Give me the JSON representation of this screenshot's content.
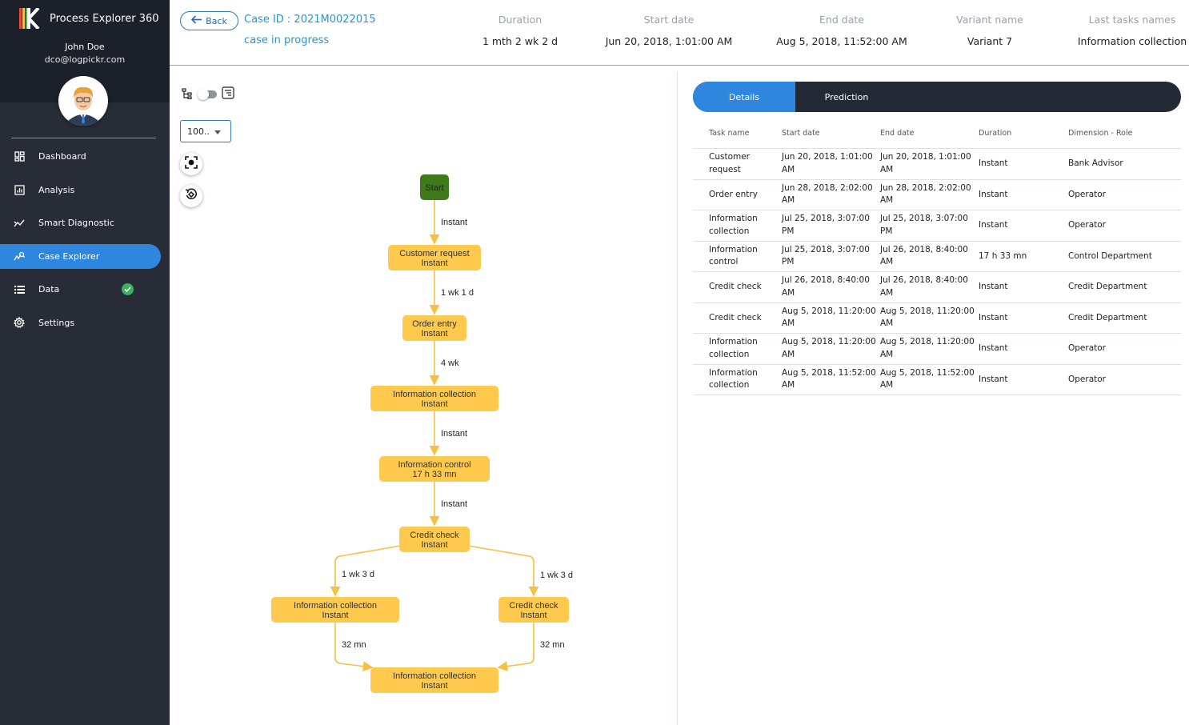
{
  "app": {
    "name": "Process Explorer 360"
  },
  "user": {
    "name": "John Doe",
    "email": "dco@logpickr.com"
  },
  "nav": [
    {
      "label": "Dashboard",
      "icon": "dashboard-icon",
      "active": false
    },
    {
      "label": "Analysis",
      "icon": "bar-chart-icon",
      "active": false
    },
    {
      "label": "Smart Diagnostic",
      "icon": "trend-line-icon",
      "active": false
    },
    {
      "label": "Case Explorer",
      "icon": "case-explorer-icon",
      "active": true
    },
    {
      "label": "Data",
      "icon": "list-icon",
      "active": false,
      "status": "check-circle-icon"
    },
    {
      "label": "Settings",
      "icon": "gear-icon",
      "active": false
    }
  ],
  "header": {
    "back_label": "Back",
    "case_id": "Case ID : 2021M0022015",
    "case_status": "case in progress",
    "columns": [
      {
        "label": "Duration",
        "value": "1 mth 2 wk 2 d"
      },
      {
        "label": "Start date",
        "value": "Jun 20, 2018, 1:01:00 AM"
      },
      {
        "label": "End date",
        "value": "Aug 5, 2018, 11:52:00 AM"
      },
      {
        "label": "Variant name",
        "value": "Variant 7"
      },
      {
        "label": "Last tasks names",
        "value": "Information collection"
      }
    ]
  },
  "map": {
    "zoom_value": "100..",
    "nodes": [
      {
        "id": "start",
        "line1": "Start",
        "line2": ""
      },
      {
        "id": "n1",
        "line1": "Customer request",
        "line2": "Instant"
      },
      {
        "id": "n2",
        "line1": "Order entry",
        "line2": "Instant"
      },
      {
        "id": "n3",
        "line1": "Information collection",
        "line2": "Instant"
      },
      {
        "id": "n4",
        "line1": "Information control",
        "line2": "17 h 33 mn"
      },
      {
        "id": "n5",
        "line1": "Credit check",
        "line2": "Instant"
      },
      {
        "id": "n6",
        "line1": "Information collection",
        "line2": "Instant"
      },
      {
        "id": "n7",
        "line1": "Credit check",
        "line2": "Instant"
      },
      {
        "id": "n8",
        "line1": "Information collection",
        "line2": "Instant"
      }
    ],
    "edges": [
      {
        "from": "start",
        "to": "n1",
        "label": "Instant"
      },
      {
        "from": "n1",
        "to": "n2",
        "label": "1 wk 1 d"
      },
      {
        "from": "n2",
        "to": "n3",
        "label": "4 wk"
      },
      {
        "from": "n3",
        "to": "n4",
        "label": "Instant"
      },
      {
        "from": "n4",
        "to": "n5",
        "label": "Instant"
      },
      {
        "from": "n5",
        "to": "n6",
        "label": "1 wk 3 d"
      },
      {
        "from": "n5",
        "to": "n7",
        "label": "1 wk 3 d"
      },
      {
        "from": "n6",
        "to": "n8",
        "label": "32 mn"
      },
      {
        "from": "n7",
        "to": "n8",
        "label": "32 mn"
      }
    ]
  },
  "details": {
    "tabs": [
      {
        "label": "Details",
        "active": true
      },
      {
        "label": "Prediction",
        "active": false
      }
    ],
    "columns": [
      "Task name",
      "Start date",
      "End date",
      "Duration",
      "Dimension - Role"
    ],
    "rows": [
      [
        "Customer request",
        "Jun 20, 2018, 1:01:00 AM",
        "Jun 20, 2018, 1:01:00 AM",
        "Instant",
        "Bank Advisor"
      ],
      [
        "Order entry",
        "Jun 28, 2018, 2:02:00 AM",
        "Jun 28, 2018, 2:02:00 AM",
        "Instant",
        "Operator"
      ],
      [
        "Information collection",
        "Jul 25, 2018, 3:07:00 PM",
        "Jul 25, 2018, 3:07:00 PM",
        "Instant",
        "Operator"
      ],
      [
        "Information control",
        "Jul 25, 2018, 3:07:00 PM",
        "Jul 26, 2018, 8:40:00 AM",
        "17 h 33 mn",
        "Control Department"
      ],
      [
        "Credit check",
        "Jul 26, 2018, 8:40:00 AM",
        "Jul 26, 2018, 8:40:00 AM",
        "Instant",
        "Credit Department"
      ],
      [
        "Credit check",
        "Aug 5, 2018, 11:20:00 AM",
        "Aug 5, 2018, 11:20:00 AM",
        "Instant",
        "Credit Department"
      ],
      [
        "Information collection",
        "Aug 5, 2018, 11:20:00 AM",
        "Aug 5, 2018, 11:20:00 AM",
        "Instant",
        "Operator"
      ],
      [
        "Information collection",
        "Aug 5, 2018, 11:52:00 AM",
        "Aug 5, 2018, 11:52:00 AM",
        "Instant",
        "Operator"
      ]
    ]
  },
  "colors": {
    "sidebar": "#272c37",
    "accent": "#2e86de",
    "node": "#ffc94d",
    "start_node": "#3f7a1a",
    "edge": "#f5c043"
  }
}
